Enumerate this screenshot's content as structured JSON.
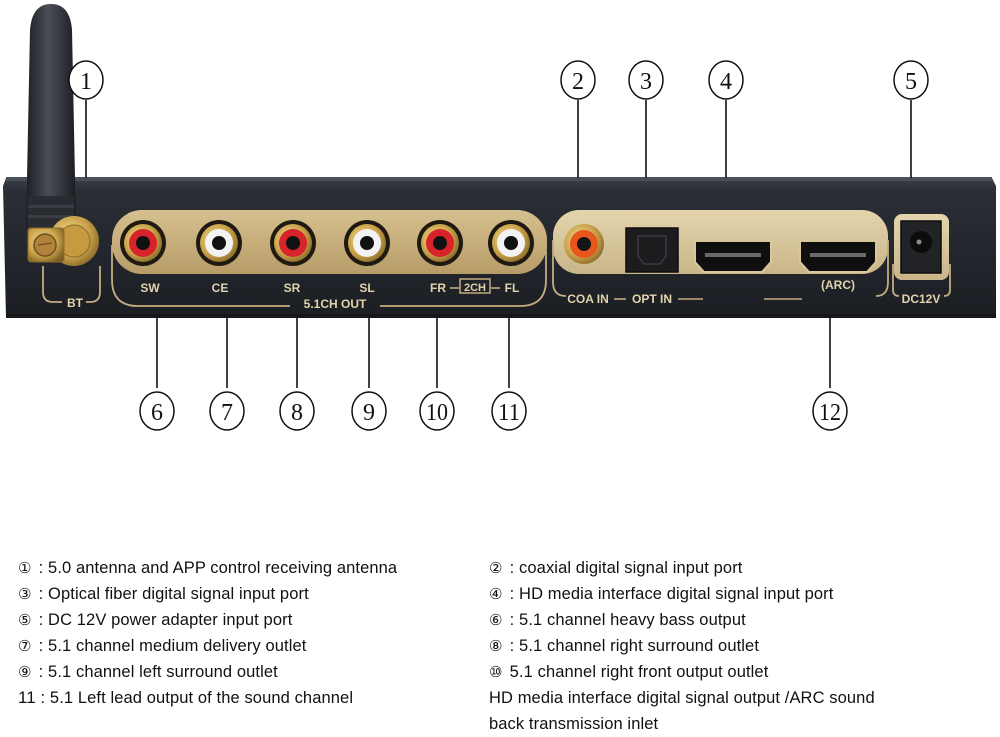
{
  "device": {
    "panel_labels": {
      "bt": "BT",
      "sw": "SW",
      "ce": "CE",
      "sr": "SR",
      "sl": "SL",
      "fr": "FR",
      "two_ch": "2CH",
      "fl": "FL",
      "out_group": "5.1CH OUT",
      "coa_in": "COA IN",
      "opt_in": "OPT IN",
      "arc": "(ARC)",
      "dc12v": "DC12V"
    },
    "rca_jack_colors": [
      "red",
      "white",
      "red",
      "white",
      "red",
      "white"
    ],
    "coax_jack_color": "orange"
  },
  "callouts": [
    {
      "id": "1",
      "target": "antenna"
    },
    {
      "id": "2",
      "target": "coaxial-input"
    },
    {
      "id": "3",
      "target": "optical-input"
    },
    {
      "id": "4",
      "target": "hdmi-input"
    },
    {
      "id": "5",
      "target": "dc-power-input"
    },
    {
      "id": "6",
      "target": "sw-output"
    },
    {
      "id": "7",
      "target": "ce-output"
    },
    {
      "id": "8",
      "target": "sr-output"
    },
    {
      "id": "9",
      "target": "sl-output"
    },
    {
      "id": "10",
      "target": "fr-output"
    },
    {
      "id": "11",
      "target": "fl-output"
    },
    {
      "id": "12",
      "target": "hdmi-arc-output"
    }
  ],
  "legend": {
    "left": [
      {
        "marker": "①",
        "text": " : 5.0 antenna and APP control receiving antenna"
      },
      {
        "marker": "③",
        "text": " : Optical fiber digital signal input port"
      },
      {
        "marker": "⑤",
        "text": " : DC 12V power adapter input port"
      },
      {
        "marker": "⑦",
        "text": " : 5.1 channel medium delivery outlet"
      },
      {
        "marker": "⑨",
        "text": " : 5.1 channel left surround outlet"
      },
      {
        "marker": "11",
        "text": " : 5.1 Left lead output of the sound channel"
      }
    ],
    "right": [
      {
        "marker": "②",
        "text": " : coaxial digital signal input port"
      },
      {
        "marker": "④",
        "text": " : HD media interface digital signal input port"
      },
      {
        "marker": "⑥",
        "text": " : 5.1 channel heavy bass output"
      },
      {
        "marker": "⑧",
        "text": " : 5.1 channel right surround outlet"
      },
      {
        "marker": "⑩",
        "text": " 5.1 channel right front output outlet"
      },
      {
        "marker": "",
        "text": " HD media interface digital signal output /ARC sound"
      },
      {
        "marker": "",
        "text": "back transmission inlet"
      }
    ]
  },
  "colors": {
    "chassis": "#23272e",
    "gold_panel": "#c8b183",
    "gold_line": "#c4ad80",
    "label_text": "#e2d3ad",
    "rca_red": "#d8232a",
    "rca_white": "#f3f3f3",
    "coax_orange": "#e8561c"
  }
}
